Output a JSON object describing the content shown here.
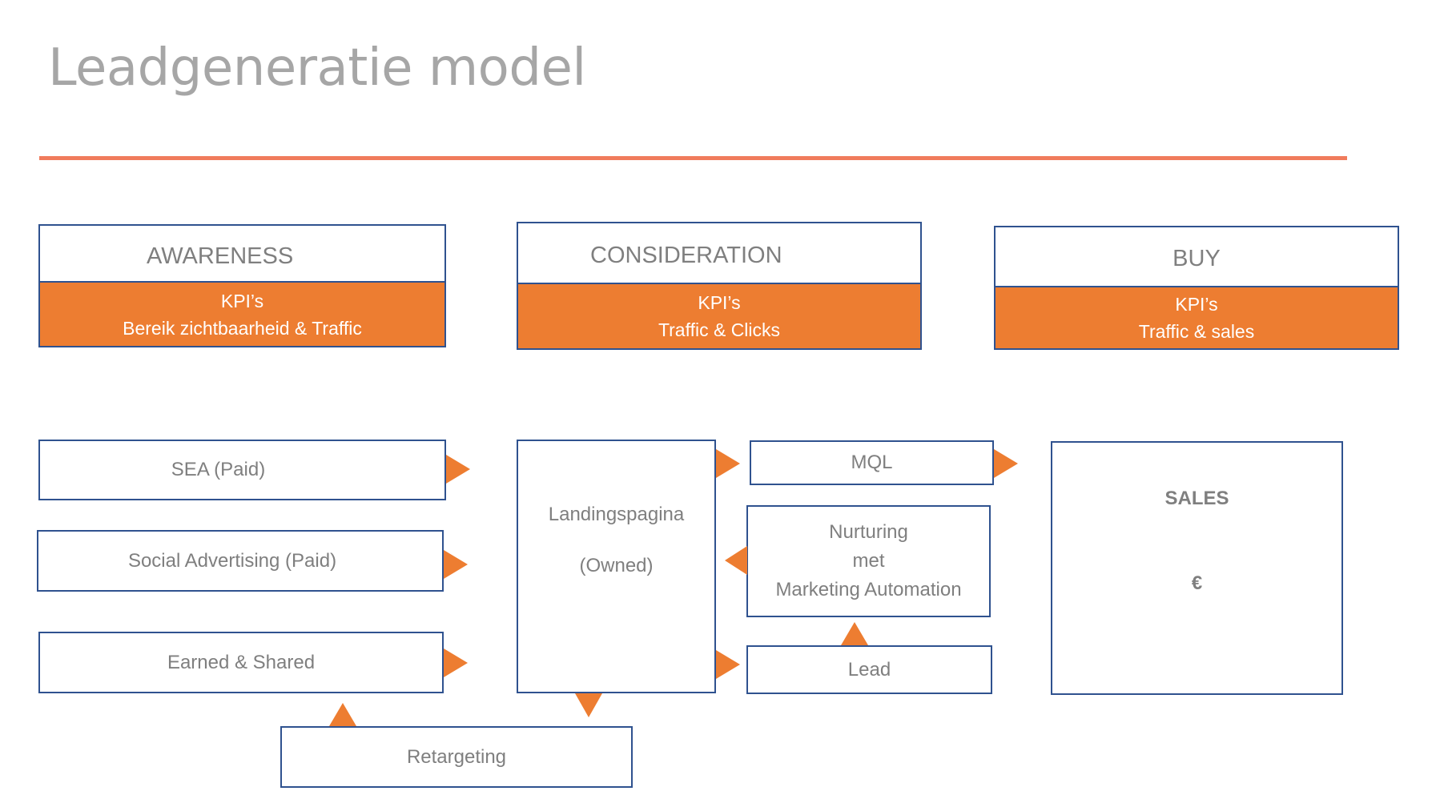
{
  "page": {
    "title": "Leadgeneratie model"
  },
  "colors": {
    "title_gray": "#a6a6a6",
    "text_gray": "#7f7f7f",
    "rule_orange": "#f07b5c",
    "kpi_orange": "#ed7d31",
    "border_blue": "#2f528f"
  },
  "stages": [
    {
      "name": "AWARENESS",
      "kpi_label": "KPI’s",
      "kpi_value": "Bereik zichtbaarheid & Traffic"
    },
    {
      "name": "CONSIDERATION",
      "kpi_label": "KPI’s",
      "kpi_value": "Traffic & Clicks"
    },
    {
      "name": "BUY",
      "kpi_label": "KPI’s",
      "kpi_value": "Traffic & sales"
    }
  ],
  "awareness_channels": [
    {
      "label": "SEA (Paid)"
    },
    {
      "label": "Social Advertising (Paid)"
    },
    {
      "label": "Earned & Shared"
    }
  ],
  "retargeting": {
    "label": "Retargeting"
  },
  "landing_page": {
    "line1": "Landingspagina",
    "line2": "(Owned)"
  },
  "mql": {
    "label": "MQL"
  },
  "nurturing": {
    "line1": "Nurturing",
    "line2": "met",
    "line3": "Marketing Automation"
  },
  "lead": {
    "label": "Lead"
  },
  "sales": {
    "title": "SALES",
    "currency": "€"
  },
  "flows": [
    {
      "from": "SEA (Paid)",
      "to": "Landingspagina",
      "direction": "right"
    },
    {
      "from": "Social Advertising (Paid)",
      "to": "Landingspagina",
      "direction": "right"
    },
    {
      "from": "Earned & Shared",
      "to": "Landingspagina",
      "direction": "right"
    },
    {
      "from": "Landingspagina",
      "to": "MQL",
      "direction": "right"
    },
    {
      "from": "Landingspagina",
      "to": "Lead",
      "direction": "right"
    },
    {
      "from": "Lead",
      "to": "Nurturing met Marketing Automation",
      "direction": "up"
    },
    {
      "from": "Nurturing met Marketing Automation",
      "to": "Landingspagina",
      "direction": "left"
    },
    {
      "from": "MQL",
      "to": "SALES",
      "direction": "right"
    },
    {
      "from": "Landingspagina",
      "to": "Retargeting",
      "direction": "down"
    },
    {
      "from": "Retargeting",
      "to": "Earned & Shared",
      "direction": "up"
    }
  ]
}
